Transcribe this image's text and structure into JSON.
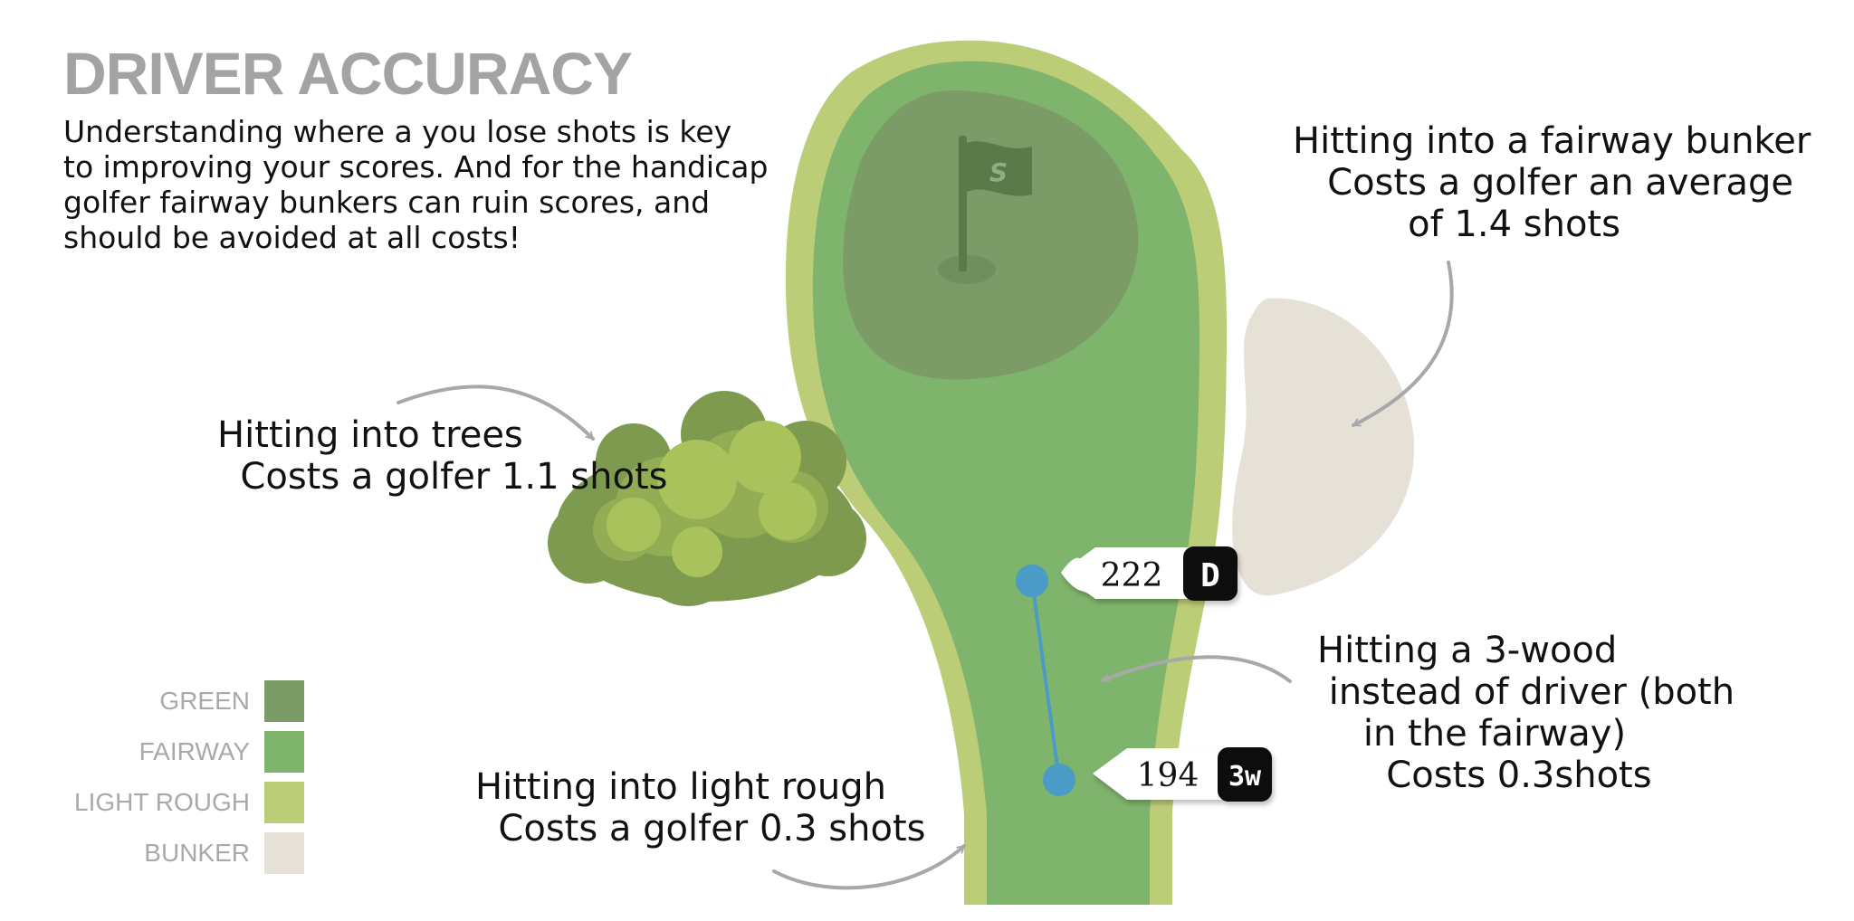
{
  "title": "DRIVER ACCURACY",
  "intro": "Understanding where a you lose shots is key\nto improving your scores. And for the handicap\ngolfer fairway bunkers can ruin scores, and\nshould be avoided at all costs!",
  "colors": {
    "green": "#7b9c66",
    "fairway": "#7fb46c",
    "light_rough": "#bccd78",
    "bunker": "#e6e1d6",
    "tree_dark": "#7d9a4f",
    "tree_mid": "#93ad55",
    "tree_light": "#a9c25c",
    "marker": "#4a9cc6",
    "arrow": "#a8a8a8"
  },
  "callouts": {
    "trees": "Hitting into trees\n  Costs a golfer 1.1 shots",
    "bunker": "Hitting into a fairway bunker\n   Costs a golfer an average\n          of 1.4 shots",
    "wood": "Hitting a 3-wood\n instead of driver (both\n    in the fairway)\n      Costs 0.3shots",
    "rough": "Hitting into light rough\n  Costs a golfer 0.3 shots"
  },
  "markers": {
    "driver": {
      "distance": "222",
      "club": "D"
    },
    "wood": {
      "distance": "194",
      "club": "3w"
    }
  },
  "flag_letter": "S",
  "legend": [
    {
      "label": "GREEN",
      "color": "#7b9c66"
    },
    {
      "label": "FAIRWAY",
      "color": "#7fb46c"
    },
    {
      "label": "LIGHT ROUGH",
      "color": "#bccd78"
    },
    {
      "label": "BUNKER",
      "color": "#e6e1d6"
    }
  ]
}
